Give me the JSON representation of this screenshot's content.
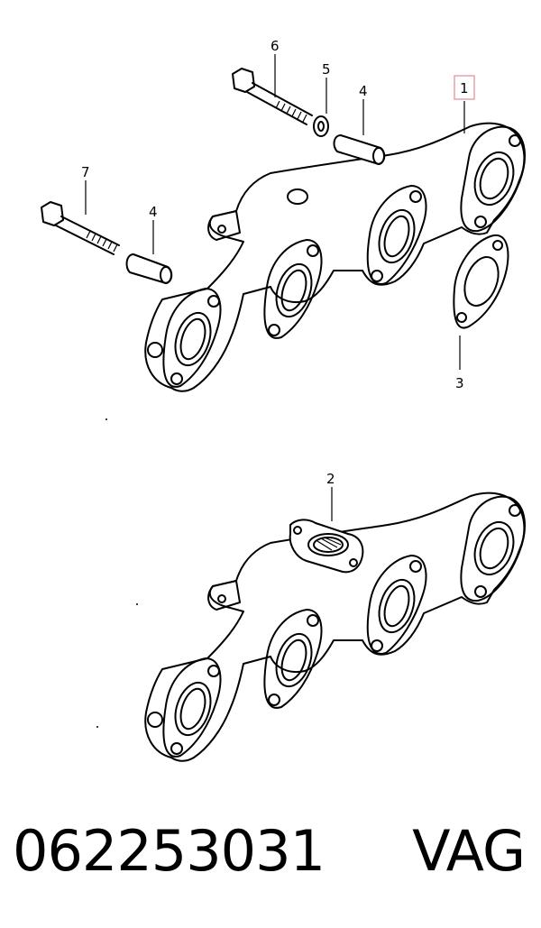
{
  "diagram": {
    "callouts": [
      "1",
      "2",
      "3",
      "4",
      "4",
      "5",
      "6",
      "7"
    ],
    "highlight_color": "#e8a0a8"
  },
  "footer": {
    "part_number": "062253031",
    "brand": "VAG"
  }
}
